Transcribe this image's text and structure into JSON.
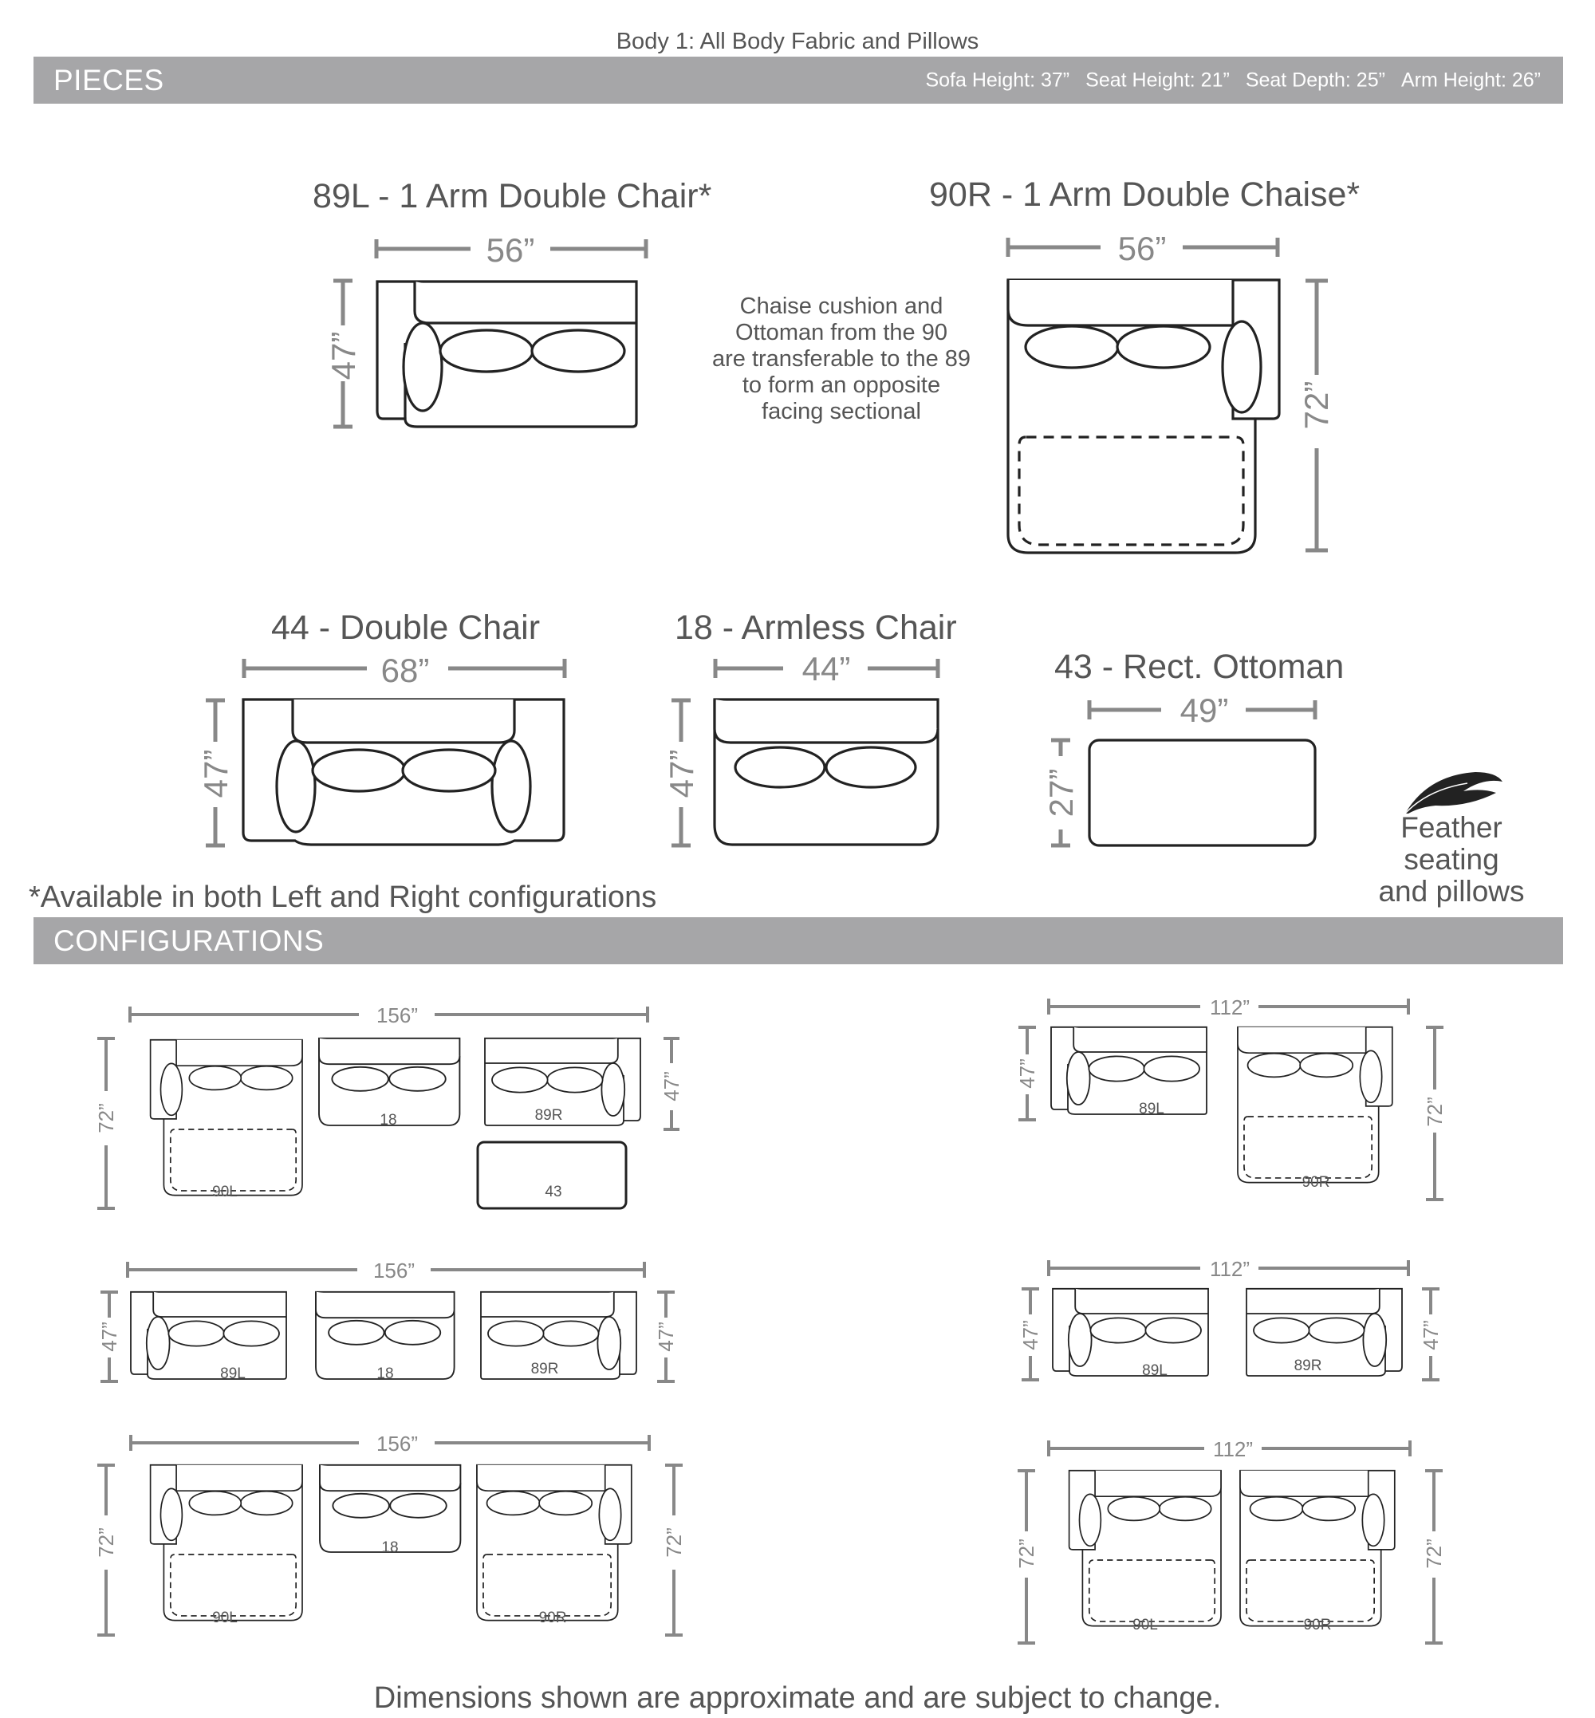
{
  "header": {
    "body_title": "Body 1: All Body Fabric and Pillows",
    "pieces_label": "PIECES",
    "specs": [
      "Sofa Height: 37”",
      "Seat Height: 21”",
      "Seat Depth: 25”",
      "Arm Height: 26”"
    ]
  },
  "pieces": {
    "p89L": {
      "title": "89L - 1 Arm Double Chair*",
      "width": "56”",
      "depth": "47”"
    },
    "p90R": {
      "title": "90R - 1 Arm Double Chaise*",
      "width": "56”",
      "depth": "72”"
    },
    "p44": {
      "title": "44 - Double Chair",
      "width": "68”",
      "depth": "47”"
    },
    "p18": {
      "title": "18 - Armless Chair",
      "width": "44”",
      "depth": "47”"
    },
    "p43": {
      "title": "43 - Rect. Ottoman",
      "width": "49”",
      "depth": "27”"
    }
  },
  "note": [
    "Chaise cushion and",
    "Ottoman from the 90",
    "are transferable to the 89",
    "to form an opposite",
    "facing sectional"
  ],
  "available_note": "*Available in both Left and Right configurations",
  "feather": [
    "Feather",
    "seating",
    "and pillows"
  ],
  "configurations_label": "CONFIGURATIONS",
  "configurations": {
    "c1": {
      "width": "156”",
      "left": "72”",
      "right": "47”",
      "labels": [
        "90L",
        "18",
        "89R",
        "43"
      ]
    },
    "c2": {
      "width": "112”",
      "left": "47”",
      "right": "72”",
      "labels": [
        "89L",
        "90R"
      ]
    },
    "c3": {
      "width": "156”",
      "left": "47”",
      "right": "47”",
      "labels": [
        "89L",
        "18",
        "89R"
      ]
    },
    "c4": {
      "width": "112”",
      "left": "47”",
      "right": "47”",
      "labels": [
        "89L",
        "89R"
      ]
    },
    "c5": {
      "width": "156”",
      "left": "72”",
      "right": "72”",
      "labels": [
        "90L",
        "18",
        "90R"
      ]
    },
    "c6": {
      "width": "112”",
      "left": "72”",
      "right": "72”",
      "labels": [
        "90L",
        "90R"
      ]
    }
  },
  "footer": "Dimensions shown are approximate and are subject to change."
}
